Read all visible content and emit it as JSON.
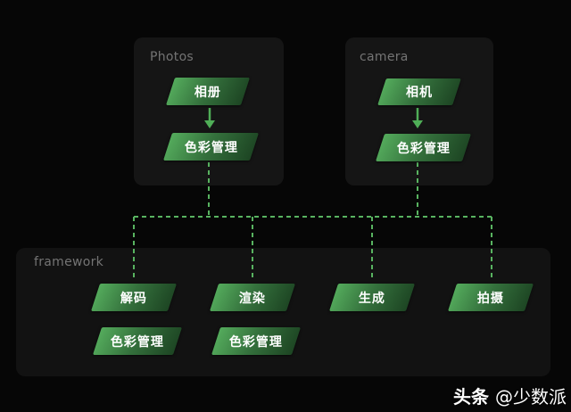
{
  "colors": {
    "background": "#060606",
    "panel_top": "#151515",
    "panel_framework": "#121212",
    "panel_title_gray": "#747474",
    "shape_gradient_start": "#54ab5c",
    "shape_gradient_end": "#1d4523",
    "connector_green": "#58b360",
    "arrow_green": "#4fae57",
    "shape_text": "#ffffff",
    "watermark_text": "#ffffff"
  },
  "panels": {
    "photos": {
      "title": "Photos",
      "nodes": [
        "相册",
        "色彩管理"
      ]
    },
    "camera": {
      "title": "camera",
      "nodes": [
        "相机",
        "色彩管理"
      ]
    },
    "framework": {
      "title": "framework",
      "row1": [
        "解码",
        "渲染",
        "生成",
        "拍摄"
      ],
      "row2": [
        "色彩管理",
        "色彩管理"
      ]
    }
  },
  "connections": {
    "solid_arrows": [
      "Photos:相册 -> Photos:色彩管理",
      "camera:相机 -> camera:色彩管理"
    ],
    "dashed_links": [
      "Photos:色彩管理 -> framework:解码",
      "Photos:色彩管理 -> framework:渲染",
      "camera:色彩管理 -> framework:生成",
      "camera:色彩管理 -> framework:拍摄"
    ]
  },
  "watermark": {
    "brand": "头条",
    "handle": "@少数派"
  }
}
